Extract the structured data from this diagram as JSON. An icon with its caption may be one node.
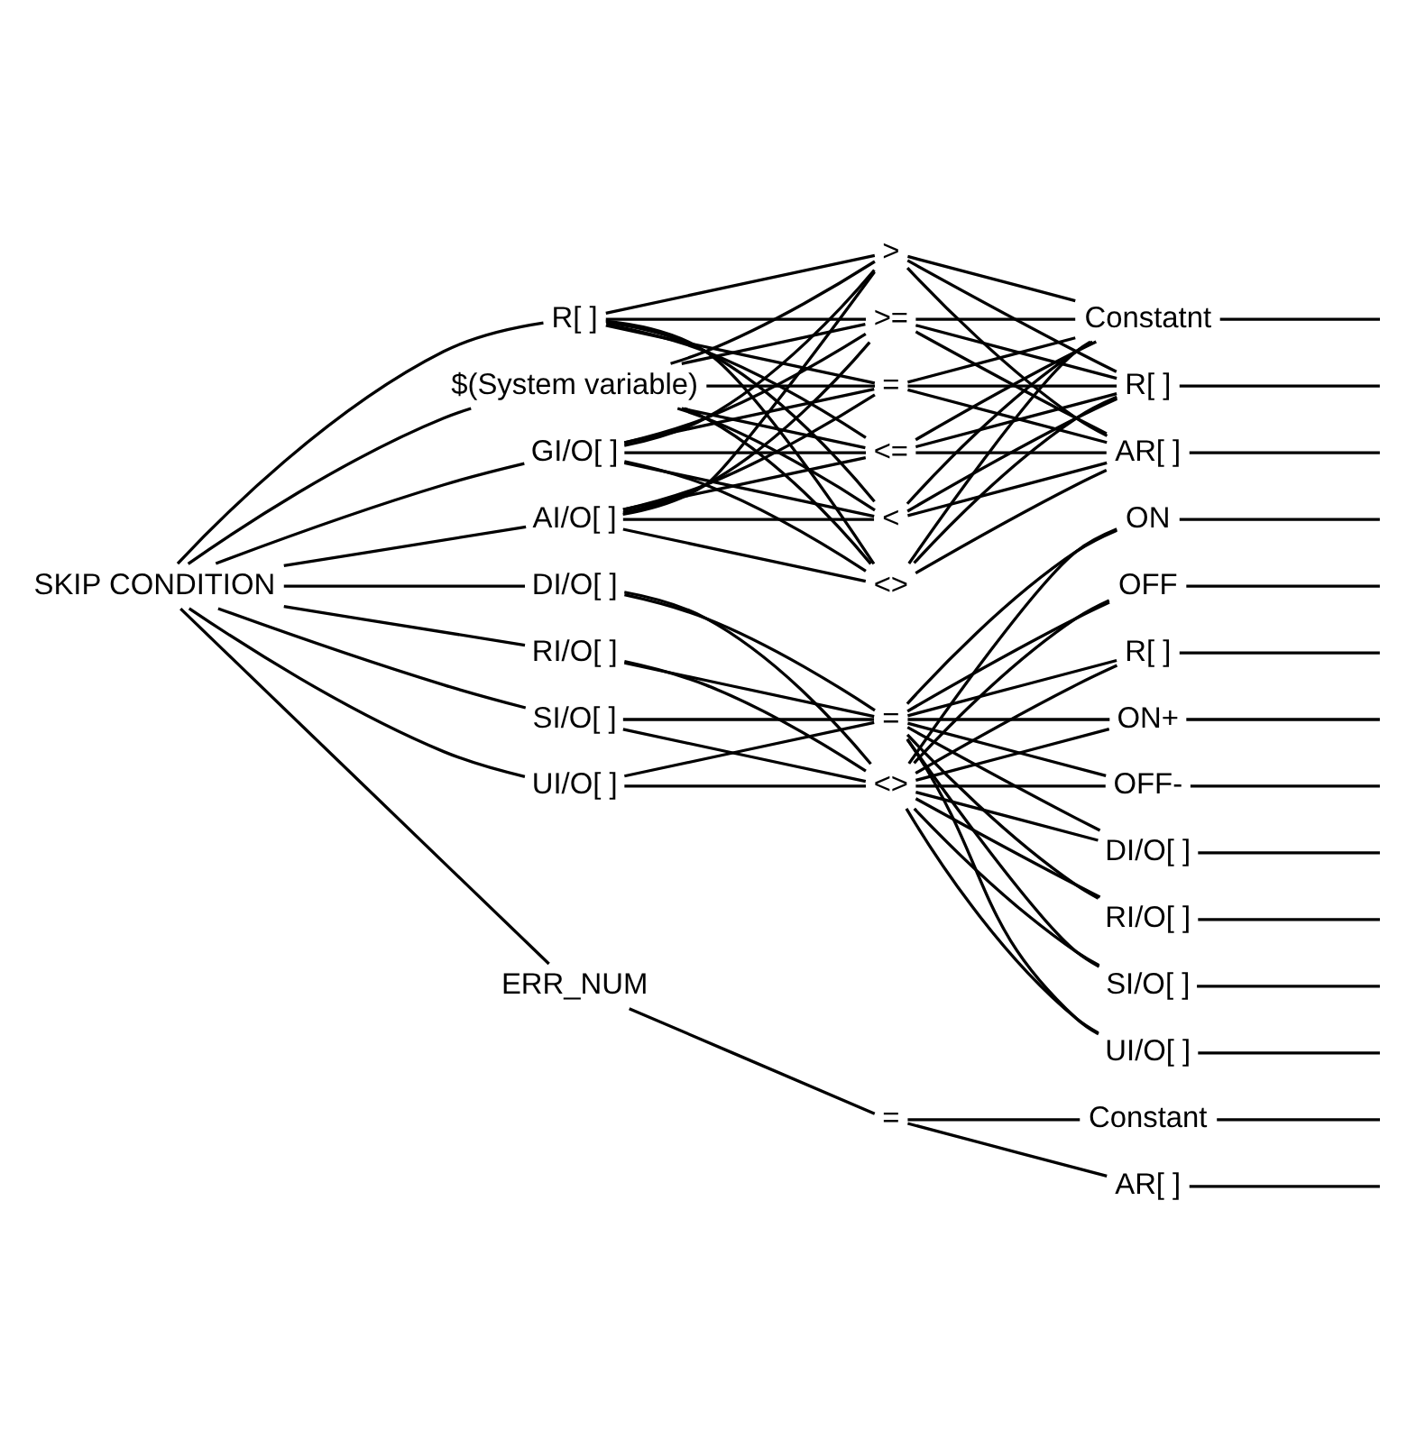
{
  "diagram": {
    "nodes": [
      {
        "text": [
          "SKIP CONDITION"
        ]
      },
      {
        "text": [
          "R[ ]"
        ]
      },
      {
        "text": [
          "$(System variable)"
        ]
      },
      {
        "text": [
          "GI/O[ ]"
        ]
      },
      {
        "text": [
          "AI/O[ ]"
        ]
      },
      {
        "text": [
          ">"
        ]
      },
      {
        "text": [
          ">="
        ]
      },
      {
        "text": [
          "="
        ]
      },
      {
        "text": [
          "<="
        ]
      },
      {
        "text": [
          "<"
        ]
      },
      {
        "text": [
          "<>"
        ]
      },
      {
        "text": [
          "Constatnt"
        ]
      },
      {
        "text": [
          "R[ ]"
        ]
      },
      {
        "text": [
          "AR[ ]"
        ]
      },
      {
        "text": [
          "DI/O[ ]"
        ]
      },
      {
        "text": [
          "RI/O[ ]"
        ]
      },
      {
        "text": [
          "SI/O[ ]"
        ]
      },
      {
        "text": [
          "UI/O[ ]"
        ]
      },
      {
        "text": [
          "="
        ]
      },
      {
        "text": [
          "<>"
        ]
      },
      {
        "text": [
          "ON"
        ]
      },
      {
        "text": [
          "OFF"
        ]
      },
      {
        "text": [
          "R[ ]"
        ]
      },
      {
        "text": [
          "ON+"
        ]
      },
      {
        "text": [
          "OFF-"
        ]
      },
      {
        "text": [
          "DI/O[ ]"
        ]
      },
      {
        "text": [
          "RI/O[ ]"
        ]
      },
      {
        "text": [
          "SI/O[ ]"
        ]
      },
      {
        "text": [
          "UI/O[ ]"
        ]
      },
      {
        "text": [
          "ERR_NUM"
        ]
      },
      {
        "text": [
          "="
        ]
      },
      {
        "text": [
          "Constant"
        ]
      },
      {
        "text": [
          "AR[ ]"
        ]
      }
    ],
    "edges": [
      {
        "from": 0,
        "to": 1,
        "arrow": "none"
      },
      {
        "from": 0,
        "to": 2,
        "arrow": "none"
      },
      {
        "from": 0,
        "to": 3,
        "arrow": "none"
      },
      {
        "from": 0,
        "to": 4,
        "arrow": "none"
      },
      {
        "from": 0,
        "to": 14,
        "arrow": "none"
      },
      {
        "from": 0,
        "to": 15,
        "arrow": "none"
      },
      {
        "from": 0,
        "to": 16,
        "arrow": "none"
      },
      {
        "from": 0,
        "to": 17,
        "arrow": "none"
      },
      {
        "from": 0,
        "to": 29,
        "arrow": "none"
      },
      {
        "from": 1,
        "to": 5,
        "arrow": "none"
      },
      {
        "from": 1,
        "to": 6,
        "arrow": "none"
      },
      {
        "from": 1,
        "to": 7,
        "arrow": "none"
      },
      {
        "from": 1,
        "to": 8,
        "arrow": "none"
      },
      {
        "from": 1,
        "to": 9,
        "arrow": "none"
      },
      {
        "from": 1,
        "to": 10,
        "arrow": "none"
      },
      {
        "from": 2,
        "to": 5,
        "arrow": "none"
      },
      {
        "from": 2,
        "to": 6,
        "arrow": "none"
      },
      {
        "from": 2,
        "to": 7,
        "arrow": "none"
      },
      {
        "from": 2,
        "to": 8,
        "arrow": "none"
      },
      {
        "from": 2,
        "to": 9,
        "arrow": "none"
      },
      {
        "from": 2,
        "to": 10,
        "arrow": "none"
      },
      {
        "from": 3,
        "to": 5,
        "arrow": "none"
      },
      {
        "from": 3,
        "to": 6,
        "arrow": "none"
      },
      {
        "from": 3,
        "to": 7,
        "arrow": "none"
      },
      {
        "from": 3,
        "to": 8,
        "arrow": "none"
      },
      {
        "from": 3,
        "to": 9,
        "arrow": "none"
      },
      {
        "from": 3,
        "to": 10,
        "arrow": "none"
      },
      {
        "from": 4,
        "to": 5,
        "arrow": "none"
      },
      {
        "from": 4,
        "to": 6,
        "arrow": "none"
      },
      {
        "from": 4,
        "to": 7,
        "arrow": "none"
      },
      {
        "from": 4,
        "to": 8,
        "arrow": "none"
      },
      {
        "from": 4,
        "to": 9,
        "arrow": "none"
      },
      {
        "from": 4,
        "to": 10,
        "arrow": "none"
      },
      {
        "from": 5,
        "to": 11,
        "arrow": "none"
      },
      {
        "from": 5,
        "to": 12,
        "arrow": "none"
      },
      {
        "from": 5,
        "to": 13,
        "arrow": "none"
      },
      {
        "from": 6,
        "to": 11,
        "arrow": "none"
      },
      {
        "from": 6,
        "to": 12,
        "arrow": "none"
      },
      {
        "from": 6,
        "to": 13,
        "arrow": "none"
      },
      {
        "from": 7,
        "to": 11,
        "arrow": "none"
      },
      {
        "from": 7,
        "to": 12,
        "arrow": "none"
      },
      {
        "from": 7,
        "to": 13,
        "arrow": "none"
      },
      {
        "from": 8,
        "to": 11,
        "arrow": "none"
      },
      {
        "from": 8,
        "to": 12,
        "arrow": "none"
      },
      {
        "from": 8,
        "to": 13,
        "arrow": "none"
      },
      {
        "from": 9,
        "to": 11,
        "arrow": "none"
      },
      {
        "from": 9,
        "to": 12,
        "arrow": "none"
      },
      {
        "from": 9,
        "to": 13,
        "arrow": "none"
      },
      {
        "from": 10,
        "to": 11,
        "arrow": "none"
      },
      {
        "from": 10,
        "to": 12,
        "arrow": "none"
      },
      {
        "from": 10,
        "to": 13,
        "arrow": "none"
      },
      {
        "from": 11,
        "to": null,
        "arrow": "none"
      },
      {
        "from": 12,
        "to": null,
        "arrow": "none"
      },
      {
        "from": 13,
        "to": null,
        "arrow": "none"
      },
      {
        "from": 14,
        "to": 18,
        "arrow": "none"
      },
      {
        "from": 14,
        "to": 19,
        "arrow": "none"
      },
      {
        "from": 15,
        "to": 18,
        "arrow": "none"
      },
      {
        "from": 15,
        "to": 19,
        "arrow": "none"
      },
      {
        "from": 16,
        "to": 18,
        "arrow": "none"
      },
      {
        "from": 16,
        "to": 19,
        "arrow": "none"
      },
      {
        "from": 17,
        "to": 18,
        "arrow": "none"
      },
      {
        "from": 17,
        "to": 19,
        "arrow": "none"
      },
      {
        "from": 18,
        "to": 20,
        "arrow": "none"
      },
      {
        "from": 18,
        "to": 21,
        "arrow": "none"
      },
      {
        "from": 18,
        "to": 22,
        "arrow": "none"
      },
      {
        "from": 18,
        "to": 23,
        "arrow": "none"
      },
      {
        "from": 18,
        "to": 24,
        "arrow": "none"
      },
      {
        "from": 18,
        "to": 25,
        "arrow": "none"
      },
      {
        "from": 18,
        "to": 26,
        "arrow": "none"
      },
      {
        "from": 18,
        "to": 27,
        "arrow": "none"
      },
      {
        "from": 18,
        "to": 28,
        "arrow": "none"
      },
      {
        "from": 19,
        "to": 20,
        "arrow": "none"
      },
      {
        "from": 19,
        "to": 21,
        "arrow": "none"
      },
      {
        "from": 19,
        "to": 22,
        "arrow": "none"
      },
      {
        "from": 19,
        "to": 23,
        "arrow": "none"
      },
      {
        "from": 19,
        "to": 24,
        "arrow": "none"
      },
      {
        "from": 19,
        "to": 25,
        "arrow": "none"
      },
      {
        "from": 19,
        "to": 26,
        "arrow": "none"
      },
      {
        "from": 19,
        "to": 27,
        "arrow": "none"
      },
      {
        "from": 19,
        "to": 28,
        "arrow": "none"
      },
      {
        "from": 20,
        "to": null,
        "arrow": "none"
      },
      {
        "from": 21,
        "to": null,
        "arrow": "none"
      },
      {
        "from": 22,
        "to": null,
        "arrow": "none"
      },
      {
        "from": 23,
        "to": null,
        "arrow": "none"
      },
      {
        "from": 24,
        "to": null,
        "arrow": "none"
      },
      {
        "from": 25,
        "to": null,
        "arrow": "none"
      },
      {
        "from": 26,
        "to": null,
        "arrow": "none"
      },
      {
        "from": 27,
        "to": null,
        "arrow": "none"
      },
      {
        "from": 28,
        "to": null,
        "arrow": "none"
      },
      {
        "from": 29,
        "to": 30,
        "arrow": "none"
      },
      {
        "from": 30,
        "to": 31,
        "arrow": "none"
      },
      {
        "from": 30,
        "to": 32,
        "arrow": "none"
      },
      {
        "from": 31,
        "to": null,
        "arrow": "none"
      },
      {
        "from": 32,
        "to": null,
        "arrow": "none"
      }
    ]
  }
}
